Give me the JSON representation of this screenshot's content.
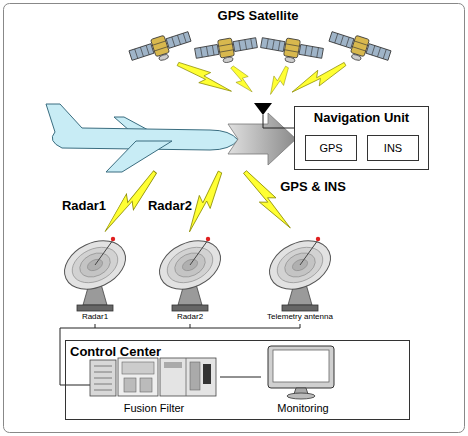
{
  "diagram": {
    "nodes": [
      {
        "text": [
          "Navigation Unit"
        ]
      },
      {
        "text": [
          "GPS"
        ],
        "in": 0
      },
      {
        "text": [
          "INS"
        ],
        "in": 0
      },
      {
        "text": [
          "Control Center"
        ]
      },
      {
        "text": [
          "Fusion Filter"
        ],
        "in": 3
      },
      {
        "text": [
          "Monitoring"
        ],
        "in": 3
      }
    ],
    "edges": [
      {
        "from": 4,
        "to": 5,
        "arrow": "none"
      }
    ],
    "labels": [
      "GPS Satellite",
      "Radar1",
      "Radar2",
      "GPS & INS",
      "Radar1",
      "Radar2",
      "Telemetry antenna"
    ]
  }
}
